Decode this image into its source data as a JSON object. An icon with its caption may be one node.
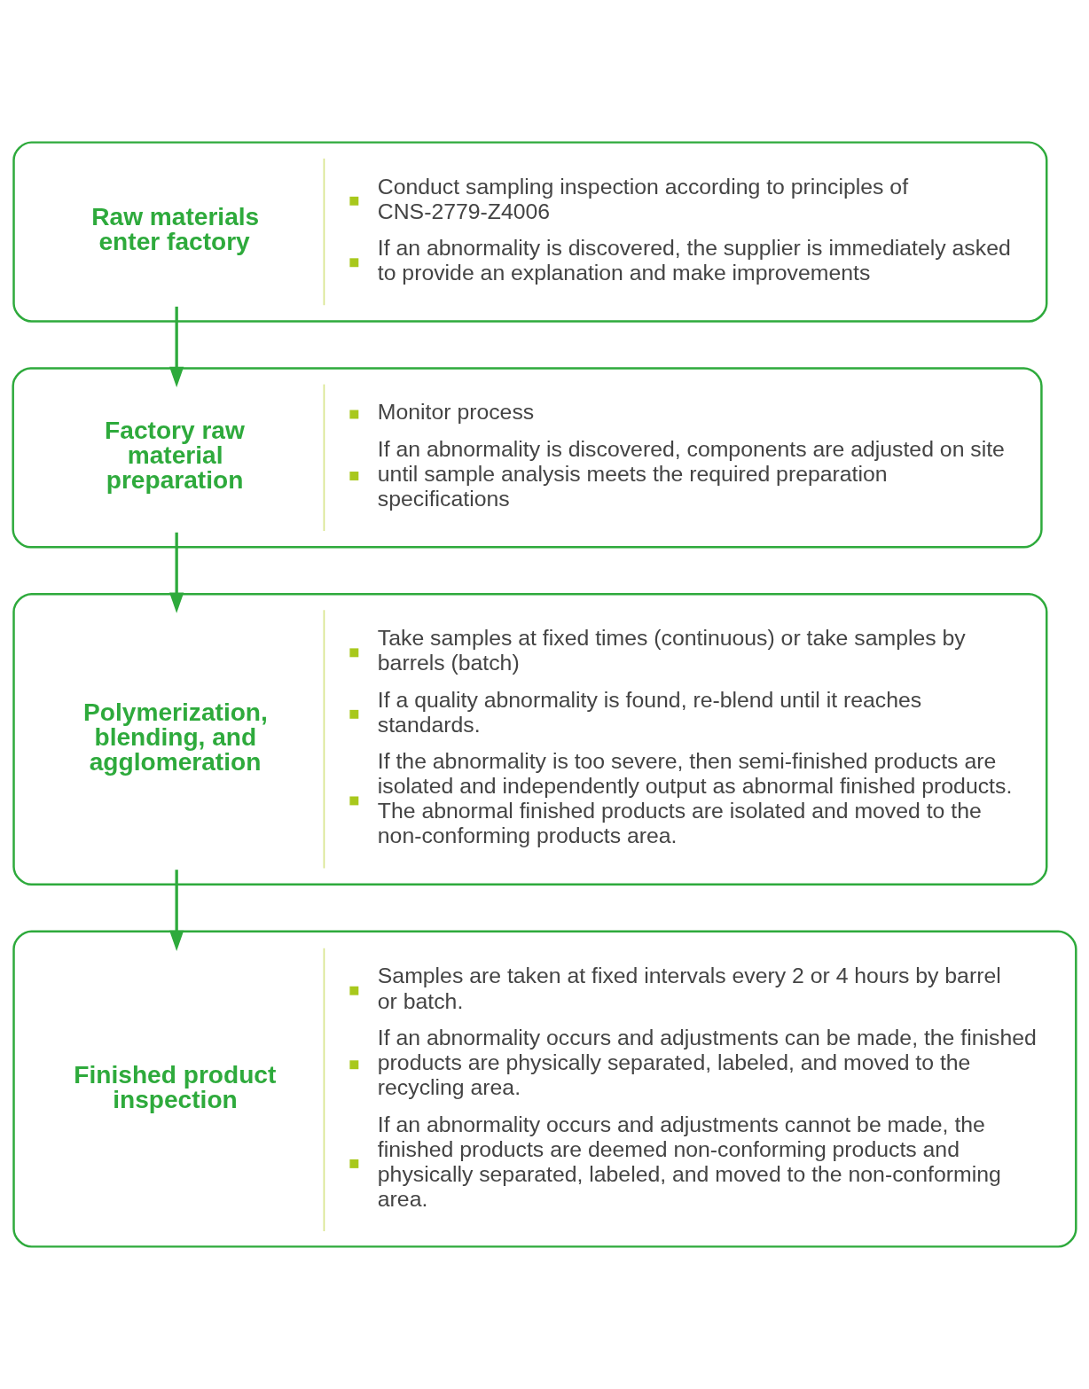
{
  "diagram": {
    "nodes": [
      {
        "text": [
          "Raw materials enter factory",
          "Conduct sampling inspection according to principles of CNS-2779-Z4006",
          "If an abnormality is discovered, the supplier is immediately asked to provide an explanation and make improvements"
        ]
      },
      {
        "text": [
          "Factory raw material preparation",
          "Monitor process",
          "If an abnormality is discovered, components are adjusted on site until sample analysis meets the required preparation specifications"
        ]
      },
      {
        "text": [
          "Polymerization, blending, and agglomeration",
          "Take samples at fixed times (continuous) or take samples by barrels (batch)",
          "If a quality abnormality is found, re-blend until it reaches standards.",
          "If the abnormality is too severe, then semi-finished products are isolated and independently output as abnormal finished products. The abnormal finished products are isolated and moved to the non-conforming products area."
        ]
      },
      {
        "text": [
          "Finished product inspection",
          "Samples are taken at fixed intervals every 2 or 4 hours by barrel or batch.",
          "If an abnormality occurs and adjustments can be made, the finished products are physically separated, labeled, and moved to the recycling area.",
          "If an abnormality occurs and adjustments cannot be made, the finished products are deemed non-conforming products and physically separated, labeled, and moved to the non-conforming area."
        ]
      }
    ],
    "edges": [
      {
        "from": 0,
        "to": 1,
        "arrow": "to"
      },
      {
        "from": 1,
        "to": 2,
        "arrow": "to"
      },
      {
        "from": 2,
        "to": 3,
        "arrow": "to"
      }
    ]
  }
}
